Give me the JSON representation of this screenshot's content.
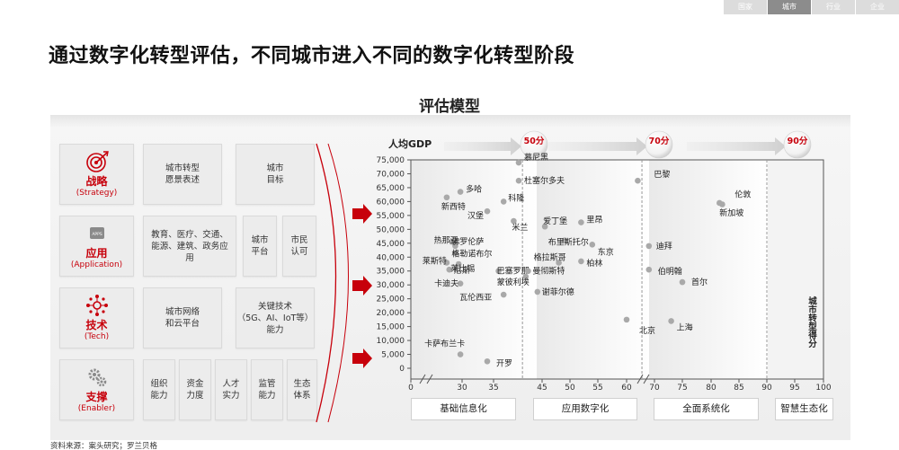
{
  "tabs": [
    {
      "label": "国家",
      "active": false
    },
    {
      "label": "城市",
      "active": true
    },
    {
      "label": "行业",
      "active": false
    },
    {
      "label": "企业",
      "active": false
    }
  ],
  "page_title": "通过数字化转型评估，不同城市进入不同的数字化转型阶段",
  "model_title": "评估模型",
  "source": "资料来源：案头研究；罗兰贝格",
  "matrix": {
    "rows": [
      {
        "name": "战略",
        "en": "(Strategy)",
        "icon": "target-icon",
        "items": [
          "城市转型\n愿景表述",
          "城市\n目标"
        ]
      },
      {
        "name": "应用",
        "en": "(Application)",
        "icon": "apps-icon",
        "items": [
          "教育、医疗、交通、\n能源、建筑、政务应\n用",
          "城市\n平台",
          "市民\n认可"
        ]
      },
      {
        "name": "技术",
        "en": "(Tech)",
        "icon": "network-icon",
        "items": [
          "城市网络\n和云平台",
          "关键技术\n（5G、AI、IoT等）\n能力"
        ]
      },
      {
        "name": "支撑",
        "en": "(Enabler)",
        "icon": "gears-icon",
        "items": [
          "组织\n能力",
          "资金\n力度",
          "人才\n实力",
          "监管\n能力",
          "生态\n体系"
        ]
      }
    ]
  },
  "stages": [
    "基础信息化",
    "应用数字化",
    "全面系统化",
    "智慧生态化"
  ],
  "thresholds": [
    "50分",
    "70分",
    "90分"
  ],
  "accent_color": "#c7000b",
  "chart_data": {
    "type": "scatter",
    "ylabel": "人均GDP",
    "xlabel": "城市转型得分",
    "yticks": [
      0,
      5000,
      10000,
      15000,
      20000,
      25000,
      30000,
      35000,
      40000,
      45000,
      50000,
      55000,
      60000,
      65000,
      70000,
      75000
    ],
    "ytick_labels": [
      "0",
      "5,000",
      "10,000",
      "15,000",
      "20,000",
      "25,000",
      "30,000",
      "35,000",
      "40,000",
      "45,000",
      "50,000",
      "55,000",
      "60,000",
      "65,000",
      "70,000",
      "75,000"
    ],
    "xticks": [
      0,
      30,
      35,
      45,
      50,
      55,
      60,
      70,
      75,
      80,
      85,
      90,
      95,
      100
    ],
    "axis_break": true,
    "points": [
      {
        "name": "慕尼黑",
        "x": 40,
        "y": 74000
      },
      {
        "name": "杜塞尔多夫",
        "x": 40,
        "y": 67500
      },
      {
        "name": "多哈",
        "x": 29,
        "y": 63500
      },
      {
        "name": "新加坡/新西特",
        "x": 21,
        "y": 61500
      },
      {
        "name": "科隆",
        "x": 37,
        "y": 60000
      },
      {
        "name": "汉堡",
        "x": 34,
        "y": 56500
      },
      {
        "name": "米兰",
        "x": 39,
        "y": 53000
      },
      {
        "name": "爱丁堡",
        "x": 45.5,
        "y": 51000
      },
      {
        "name": "里昂",
        "x": 52,
        "y": 52500
      },
      {
        "name": "热那亚",
        "x": 24,
        "y": 45500
      },
      {
        "name": "佛罗伦萨",
        "x": 26,
        "y": 44000
      },
      {
        "name": "格勒诺布尔",
        "x": 26,
        "y": 41500
      },
      {
        "name": "布里斯托尔",
        "x": 49,
        "y": 46000
      },
      {
        "name": "东京",
        "x": 54,
        "y": 44500
      },
      {
        "name": "莱斯特",
        "x": 21,
        "y": 38000
      },
      {
        "name": "尼斯",
        "x": 22.5,
        "y": 35500
      },
      {
        "name": "莱比锡",
        "x": 28,
        "y": 37500
      },
      {
        "name": "巴塞罗那",
        "x": 36,
        "y": 35000
      },
      {
        "name": "格拉斯哥",
        "x": 48,
        "y": 38000
      },
      {
        "name": "柏林",
        "x": 52,
        "y": 38500
      },
      {
        "name": "卡迪夫",
        "x": 29,
        "y": 30500
      },
      {
        "name": "曼彻斯特",
        "x": 42,
        "y": 35000
      },
      {
        "name": "蒙彼利埃",
        "x": 41.5,
        "y": 33000
      },
      {
        "name": "瓦伦西亚",
        "x": 37,
        "y": 26500
      },
      {
        "name": "谢菲尔德",
        "x": 44,
        "y": 27500
      },
      {
        "name": "巴黎",
        "x": 64,
        "y": 67500
      },
      {
        "name": "伦敦",
        "x": 82,
        "y": 59000
      },
      {
        "name": "新加坡",
        "x": 81.5,
        "y": 59500
      },
      {
        "name": "迪拜",
        "x": 68,
        "y": 44000
      },
      {
        "name": "伯明翰",
        "x": 68,
        "y": 35500
      },
      {
        "name": "首尔",
        "x": 75,
        "y": 31000
      },
      {
        "name": "北京",
        "x": 60,
        "y": 17500
      },
      {
        "name": "上海",
        "x": 73,
        "y": 17000
      },
      {
        "name": "卡萨布兰卡",
        "x": 29,
        "y": 5000
      },
      {
        "name": "开罗",
        "x": 34,
        "y": 2500
      }
    ]
  }
}
